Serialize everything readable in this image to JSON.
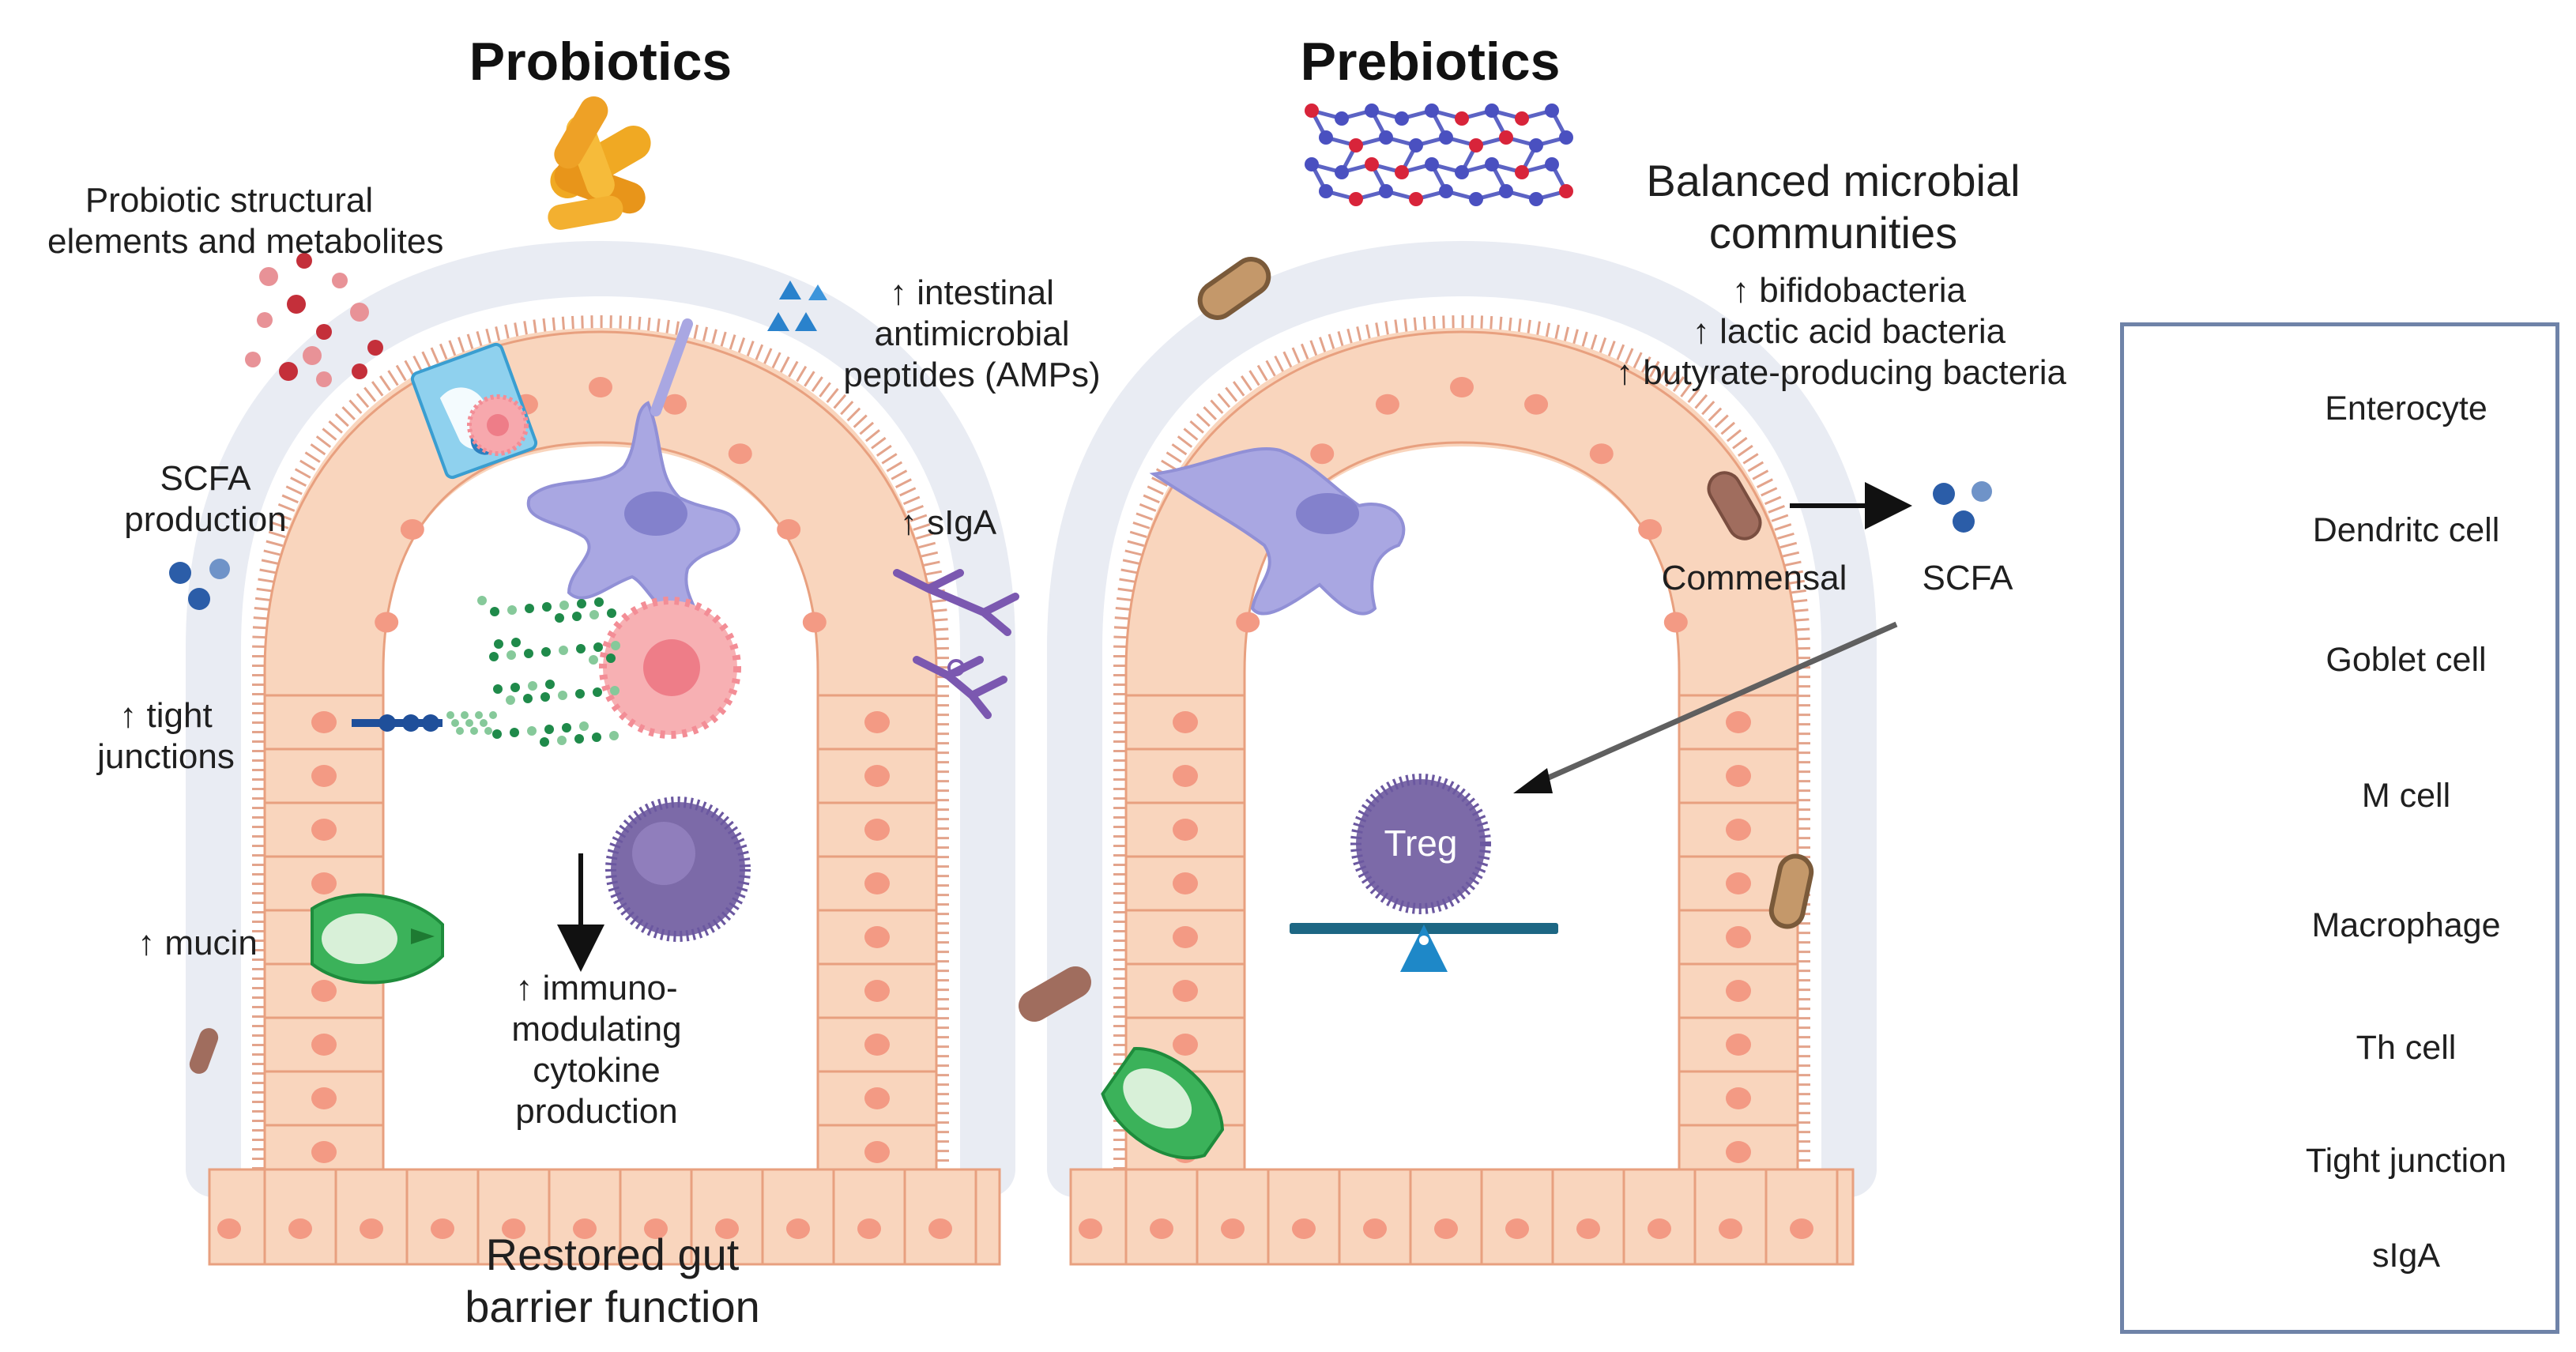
{
  "colors": {
    "epithelium": "#f9d5bd",
    "epithelium_border": "#e8a07f",
    "nucleus": "#f39a84",
    "mucus": "#e9ecf3",
    "dendritic": "#a9a7e2",
    "goblet": "#3bb25a",
    "m_cell": "#6ec3e8",
    "macrophage": "#f7a8ad",
    "th_cell": "#7c6aa8",
    "tight_junction": "#1f4f9a",
    "sigA": "#7b58b0",
    "legend_border": "#6f83a8",
    "seesaw": "#1d6784",
    "seesaw_base": "#1e88c8",
    "commensal": "#a06d5e"
  },
  "probiotics": {
    "title": "Probiotics",
    "structural_elements_line1": "Probiotic structural",
    "structural_elements_line2": "elements and metabolites",
    "scfa_line1": "SCFA",
    "scfa_line2": "production",
    "tight_junctions_line1": "↑ tight",
    "tight_junctions_line2": "junctions",
    "mucin": "↑ mucin",
    "amp_line1": "↑ intestinal",
    "amp_line2": "antimicrobial",
    "amp_line3": "peptides (AMPs)",
    "sigA": "↑ sIgA",
    "cytokine_line1": "↑ immuno-",
    "cytokine_line2": "modulating",
    "cytokine_line3": "cytokine",
    "cytokine_line4": "production",
    "restored_line1": "Restored gut",
    "restored_line2": "barrier function"
  },
  "prebiotics": {
    "title": "Prebiotics",
    "balanced_line1": "Balanced microbial",
    "balanced_line2": "communities",
    "bifido": "↑ bifidobacteria",
    "lactic": "↑ lactic acid bacteria",
    "butyrate": "↑ butyrate-producing bacteria",
    "commensal": "Commensal",
    "scfa": "SCFA",
    "treg": "Treg"
  },
  "legend": {
    "items": [
      {
        "label": "Enterocyte",
        "icon": "enterocyte-icon"
      },
      {
        "label": "Dendritc cell",
        "icon": "dendritic-cell-icon"
      },
      {
        "label": "Goblet cell",
        "icon": "goblet-cell-icon"
      },
      {
        "label": "M cell",
        "icon": "m-cell-icon"
      },
      {
        "label": "Macrophage",
        "icon": "macrophage-icon"
      },
      {
        "label": "Th cell",
        "icon": "th-cell-icon"
      },
      {
        "label": "Tight junction",
        "icon": "tight-junction-icon"
      },
      {
        "label": "sIgA",
        "icon": "siga-icon"
      }
    ]
  }
}
